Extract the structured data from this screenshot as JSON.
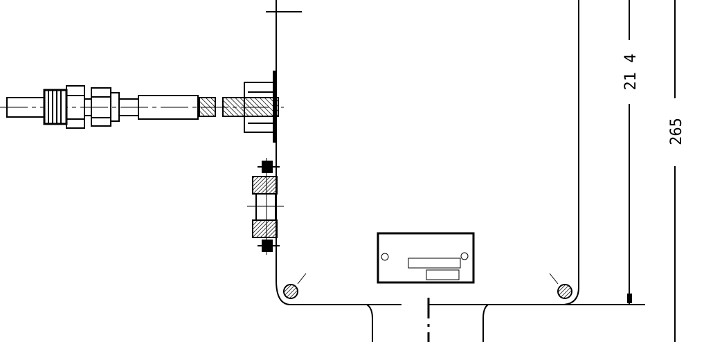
{
  "drawing": {
    "dimensions": [
      {
        "id": "inner-height",
        "label": "21 4"
      },
      {
        "id": "outer-height",
        "label": "265"
      }
    ],
    "line_color": "#000000",
    "background": "#ffffff"
  }
}
